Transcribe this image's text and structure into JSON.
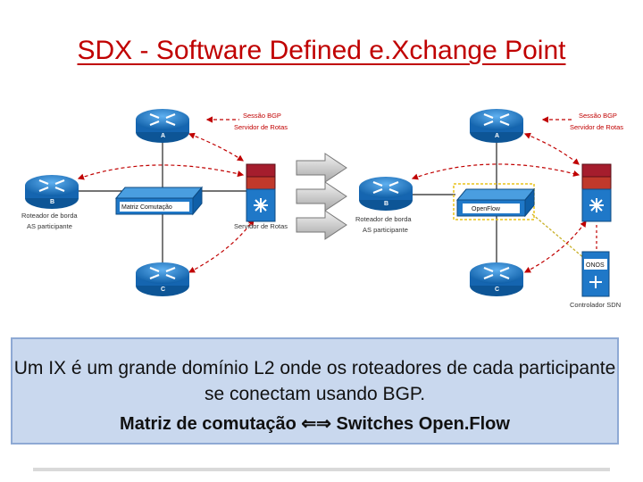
{
  "title": "SDX - Software Defined e.Xchange Point",
  "left_diagram": {
    "router_a_letter": "A",
    "router_b_letter": "B",
    "router_c_letter": "C",
    "session_label_1": "Sessão BGP",
    "session_label_2": "Servidor de Rotas",
    "router_b_label_1": "Roteador de borda",
    "router_b_label_2": "AS participante",
    "switch_label": "Matriz Comutação",
    "route_server_label": "Servidor de Rotas"
  },
  "right_diagram": {
    "router_a_letter": "A",
    "router_b_letter": "B",
    "router_c_letter": "C",
    "session_label_1": "Sessão BGP",
    "session_label_2": "Servidor de Rotas",
    "router_b_label_1": "Roteador de borda",
    "router_b_label_2": "AS participante",
    "switch_label": "OpenFlow",
    "controller_box_label": "ONOS",
    "controller_label": "Controlador SDN"
  },
  "info": {
    "main_text": "Um IX é um grande domínio L2 onde os roteadores de cada participante se conectam usando BGP.",
    "sub_text": "Matriz de comutação ⇐⇒ Switches Open.Flow"
  },
  "colors": {
    "title": "#c00000",
    "router": "#1f78c8",
    "box_fill": "#c9d8ee",
    "box_border": "#8ea9d4",
    "dashed_red": "#c00000"
  }
}
